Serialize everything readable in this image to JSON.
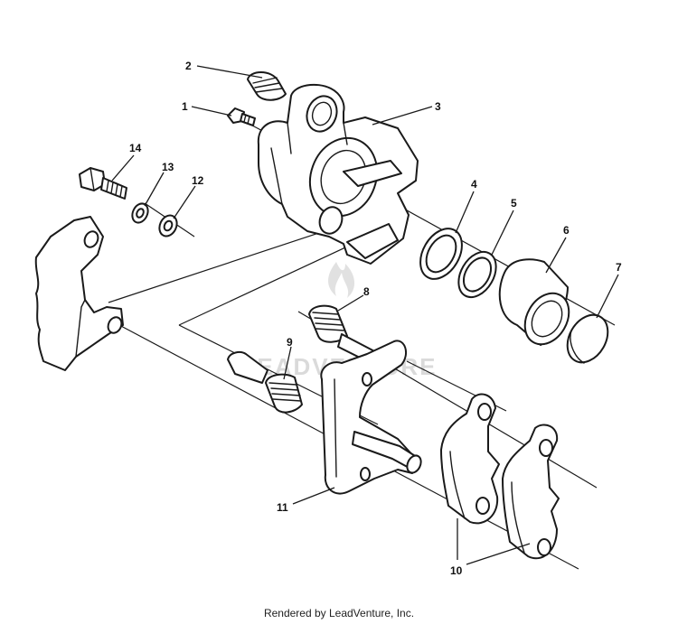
{
  "diagram": {
    "callouts": [
      {
        "id": "2",
        "label": "2"
      },
      {
        "id": "1",
        "label": "1"
      },
      {
        "id": "3",
        "label": "3"
      },
      {
        "id": "14",
        "label": "14"
      },
      {
        "id": "13",
        "label": "13"
      },
      {
        "id": "12",
        "label": "12"
      },
      {
        "id": "4",
        "label": "4"
      },
      {
        "id": "5",
        "label": "5"
      },
      {
        "id": "6",
        "label": "6"
      },
      {
        "id": "7",
        "label": "7"
      },
      {
        "id": "8",
        "label": "8"
      },
      {
        "id": "9",
        "label": "9"
      },
      {
        "id": "11",
        "label": "11"
      },
      {
        "id": "10",
        "label": "10"
      }
    ],
    "watermark": "LEADVENTURE"
  },
  "footer": {
    "credit": "Rendered by LeadVenture, Inc."
  }
}
